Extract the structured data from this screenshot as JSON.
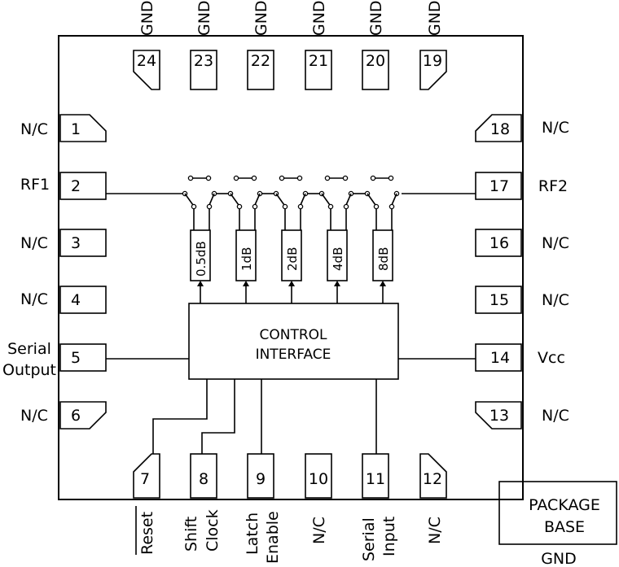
{
  "pins": {
    "p1": {
      "num": "1",
      "label": "N/C"
    },
    "p2": {
      "num": "2",
      "label": "RF1"
    },
    "p3": {
      "num": "3",
      "label": "N/C"
    },
    "p4": {
      "num": "4",
      "label": "N/C"
    },
    "p5": {
      "num": "5",
      "label_line1": "Serial",
      "label_line2": "Output"
    },
    "p6": {
      "num": "6",
      "label": "N/C"
    },
    "p7": {
      "num": "7",
      "label": "Reset"
    },
    "p8": {
      "num": "8",
      "label_line1": "Shift",
      "label_line2": "Clock"
    },
    "p9": {
      "num": "9",
      "label_line1": "Latch",
      "label_line2": "Enable"
    },
    "p10": {
      "num": "10",
      "label": "N/C"
    },
    "p11": {
      "num": "11",
      "label_line1": "Serial",
      "label_line2": "Input"
    },
    "p12": {
      "num": "12",
      "label": "N/C"
    },
    "p13": {
      "num": "13",
      "label": "N/C"
    },
    "p14": {
      "num": "14",
      "label": "Vcc"
    },
    "p15": {
      "num": "15",
      "label": "N/C"
    },
    "p16": {
      "num": "16",
      "label": "N/C"
    },
    "p17": {
      "num": "17",
      "label": "RF2"
    },
    "p18": {
      "num": "18",
      "label": "N/C"
    },
    "p19": {
      "num": "19",
      "label": "GND"
    },
    "p20": {
      "num": "20",
      "label": "GND"
    },
    "p21": {
      "num": "21",
      "label": "GND"
    },
    "p22": {
      "num": "22",
      "label": "GND"
    },
    "p23": {
      "num": "23",
      "label": "GND"
    },
    "p24": {
      "num": "24",
      "label": "GND"
    }
  },
  "attenuators": [
    "0.5dB",
    "1dB",
    "2dB",
    "4dB",
    "8dB"
  ],
  "control": {
    "line1": "CONTROL",
    "line2": "INTERFACE"
  },
  "package": {
    "line1": "PACKAGE",
    "line2": "BASE",
    "gnd": "GND"
  }
}
